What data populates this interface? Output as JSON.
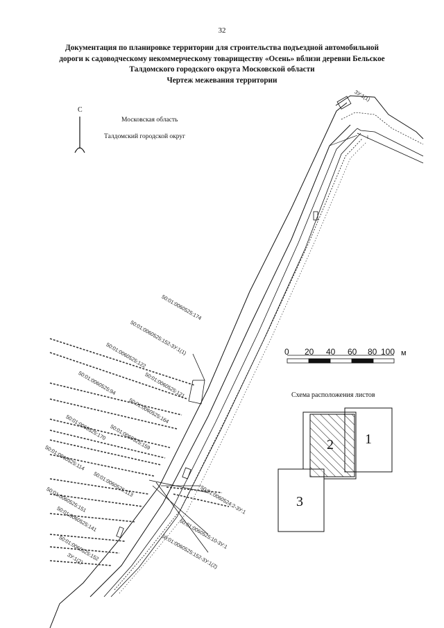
{
  "page_number": "32",
  "title_lines": [
    "Документация по планировке территории для строительства подъездной автомобильной",
    "дороги к садоводческому некоммерческому товариществу «Осень» вблизи деревни Бельское",
    "Талдомского городского округа Московской области",
    "Чертеж межевания территории"
  ],
  "map": {
    "north_label": "С",
    "region_label": "Московская область",
    "district_label": "Талдомский городской округ",
    "parcels": [
      "50:01:0060525:174",
      "50:01:0060525:152-3У:1(1)",
      "50:01:0060525:122",
      "50:01:0060525:121",
      "50:01:0060525:94",
      "50:01:0060525:164",
      "50:01:0060525:170",
      "50:01:0060525:159",
      "50:01:0060525:114",
      "50:01:0060525:113",
      "50:01:0060525:151",
      "50:01:0060525:141",
      "50:01:0060525:152",
      "50:01:0060524:2-3У:1",
      "50:01:0060525:10-3У:1",
      "50:01:0060525:152-3У:1(2)",
      "3У:1(2)",
      "3У:1(1)"
    ]
  },
  "scale_bar": {
    "ticks": [
      "0",
      "20",
      "40",
      "60",
      "80",
      "100"
    ],
    "unit": "м"
  },
  "sheet_layout": {
    "title": "Схема расположения листов",
    "sheets": [
      "1",
      "2",
      "3"
    ]
  }
}
